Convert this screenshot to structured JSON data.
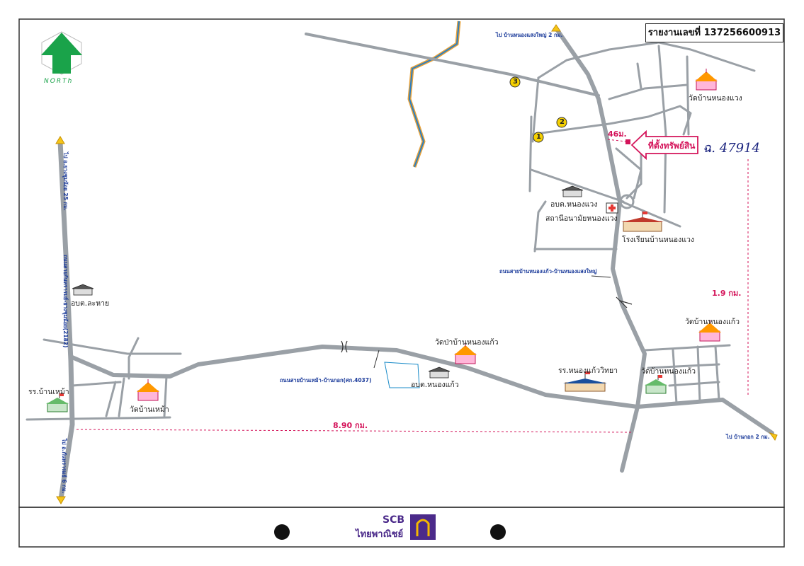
{
  "report": {
    "label": "รายงานเลขที่ 137256600913"
  },
  "north": {
    "label": "NORTh"
  },
  "property": {
    "label": "ที่ตั้งทรัพย์สิน",
    "distance": "46ม.",
    "deed": "ฉ. 47914"
  },
  "places": {
    "wat_nong_waeng": "วัดบ้านหนองแวง",
    "obt_nong_waeng": "อบต.หนองแวง",
    "health_station": "สถานีอนามัยหนองแวง",
    "school_nong_waeng": "โรงเรียนบ้านหนองแวง",
    "obt_la_hai": "อบต.ละหาย",
    "school_ban_mao": "รร.บ้านเหม้า",
    "wat_ban_mao": "วัดบ้านเหม้า",
    "wat_pa_nong_kaeo": "วัดป่าบ้านหนองแก้ว",
    "obt_nong_kaeo": "อบต.หนองแก้ว",
    "school_nong_kaeo": "รร.หนองแก้ววิทยา",
    "wat_nong_kaeo_1": "วัดบ้านหนองแก้ว",
    "wat_nong_kaeo_2": "วัดบ้านหนองแก้ว"
  },
  "roads": {
    "to_nong_saeng_yai": "ไป บ้านหนองแสงใหญ่ 2 กม.",
    "road_nong_kaeo_nong_saeng_yai": "ถนนสายบ้านหนองแก้ว-บ้านหนองแสงใหญ่",
    "road_ban_mao_ban_kok": "ถนนสายบ้านเหม้า-บ้านกอก(ศก.4037)",
    "to_ban_kok": "ไป บ้านกอก 2 กม.",
    "left_highway": "ถนนสายกันทรารมย์-ยางชุมน้อย(2182)",
    "to_top_left": "ไป อ.ยางชุมน้อย 25 กม.",
    "to_bottom_left": "ไป อ.กันทรารมย์ 6 กม."
  },
  "distances": {
    "horizontal": "8.90 กม.",
    "vertical": "1.9 กม."
  },
  "markers": [
    "1",
    "2",
    "3"
  ],
  "footer": {
    "bank_en": "SCB",
    "bank_th": "ไทยพาณิชย์"
  },
  "colors": {
    "road": "#9aa0a6",
    "accent": "#d4145a",
    "river_blue": "#2a7fc4",
    "river_orange": "#e8a23a",
    "north_green": "#1aa34a",
    "scb_purple": "#4b2a8a"
  },
  "icons": [
    "north-arrow-icon",
    "temple-icon",
    "government-office-icon",
    "hospital-cross-icon",
    "school-icon",
    "direction-arrow-icon",
    "scb-logo-icon",
    "binder-hole-icon"
  ]
}
